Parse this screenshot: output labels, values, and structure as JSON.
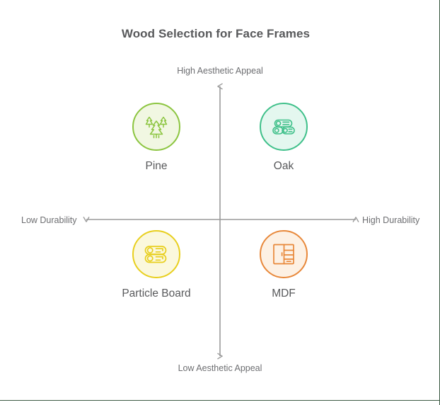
{
  "chart": {
    "title": "Wood Selection for Face Frames",
    "type": "quadrant",
    "axes": {
      "y_top_label": "High Aesthetic Appeal",
      "y_bottom_label": "Low Aesthetic Appeal",
      "x_left_label": "Low Durability",
      "x_right_label": "High Durability"
    }
  },
  "chart_data": {
    "type": "scatter",
    "title": "Wood Selection for Face Frames",
    "xlabel": "Durability",
    "ylabel": "Aesthetic Appeal",
    "xlim": [
      -1,
      1
    ],
    "ylim": [
      -1,
      1
    ],
    "grid": false,
    "legend": "none",
    "annotations": {
      "x_axis_low": "Low Durability",
      "x_axis_high": "High Durability",
      "y_axis_low": "Low Aesthetic Appeal",
      "y_axis_high": "High Aesthetic Appeal"
    },
    "points": [
      {
        "label": "Pine",
        "quadrant": "top-left",
        "durability": "low",
        "aesthetic_appeal": "high",
        "x": -0.45,
        "y": 0.45,
        "icon": "pine-trees-icon",
        "stroke_color": "#8cc540",
        "fill_color": "#f1f7e2"
      },
      {
        "label": "Oak",
        "quadrant": "top-right",
        "durability": "high",
        "aesthetic_appeal": "high",
        "x": 0.45,
        "y": 0.45,
        "icon": "stacked-logs-icon",
        "stroke_color": "#3fc08a",
        "fill_color": "#e4f7ef"
      },
      {
        "label": "Particle Board",
        "quadrant": "bottom-left",
        "durability": "low",
        "aesthetic_appeal": "low",
        "x": -0.45,
        "y": -0.45,
        "icon": "planks-icon",
        "stroke_color": "#e8cf1e",
        "fill_color": "#fbf8dd"
      },
      {
        "label": "MDF",
        "quadrant": "bottom-right",
        "durability": "high",
        "aesthetic_appeal": "low",
        "x": 0.45,
        "y": -0.45,
        "icon": "cabinet-icon",
        "stroke_color": "#e8883a",
        "fill_color": "#fdf1e4"
      }
    ]
  },
  "style": {
    "axis_color": "#9a9a9a",
    "title_color": "#58595b",
    "label_color": "#58595b",
    "axis_label_color": "#6d6e71",
    "frame_color": "#3c5a43",
    "background": "#ffffff"
  }
}
